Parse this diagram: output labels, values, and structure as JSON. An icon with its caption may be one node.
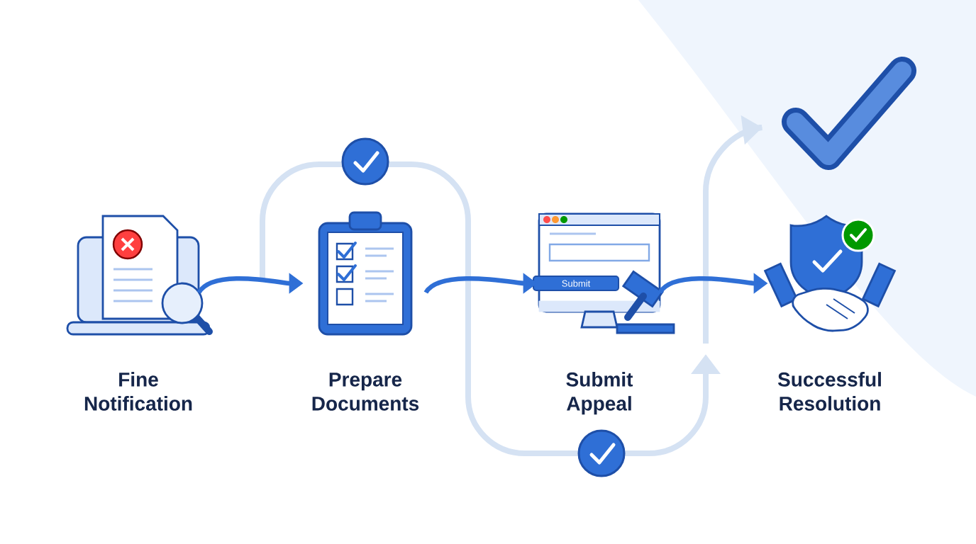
{
  "diagram": {
    "nodes": [
      {
        "text": [
          "Fine Notification"
        ]
      },
      {
        "text": [
          "Prepare Documents"
        ]
      },
      {
        "text": [
          "Submit Appeal"
        ]
      },
      {
        "text": [
          "Successful Resolution"
        ]
      }
    ],
    "edges": [
      {
        "from": 0,
        "to": 1,
        "arrow": "to"
      },
      {
        "from": 1,
        "to": 2,
        "arrow": "to"
      },
      {
        "from": 2,
        "to": 3,
        "arrow": "to"
      }
    ],
    "labels": [
      "Submit"
    ]
  }
}
